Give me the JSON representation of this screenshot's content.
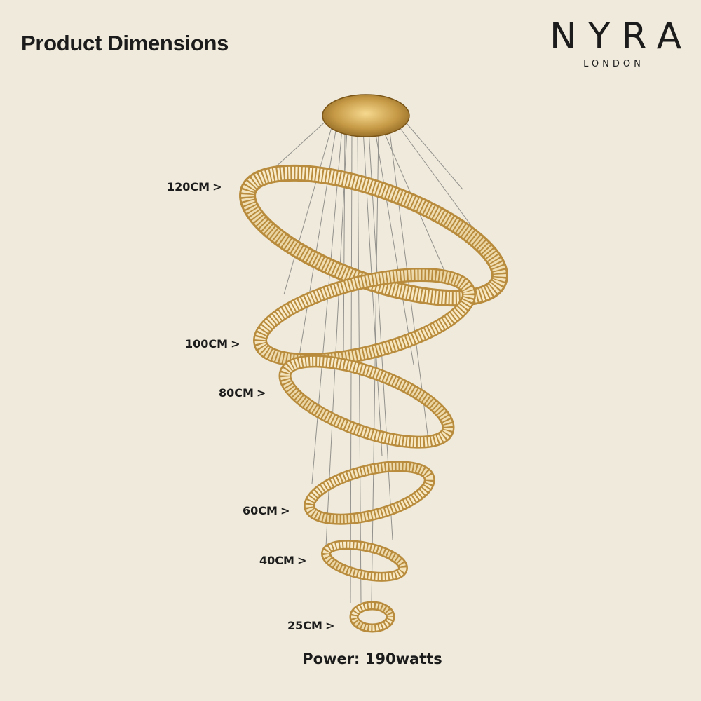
{
  "header": {
    "title": "Product Dimensions"
  },
  "brand": {
    "name": "NYRA",
    "location": "LONDON"
  },
  "dimensions": [
    {
      "label": "120CM",
      "arrow": ">"
    },
    {
      "label": "100CM",
      "arrow": ">"
    },
    {
      "label": "80CM",
      "arrow": ">"
    },
    {
      "label": "60CM",
      "arrow": ">"
    },
    {
      "label": "40CM",
      "arrow": ">"
    },
    {
      "label": "25CM",
      "arrow": ">"
    }
  ],
  "footer": {
    "power": "Power: 190watts"
  },
  "colors": {
    "background": "#efeadb",
    "text": "#1c1c1c",
    "gold": "#c79a4a",
    "crystal": "#f4e7c8"
  }
}
